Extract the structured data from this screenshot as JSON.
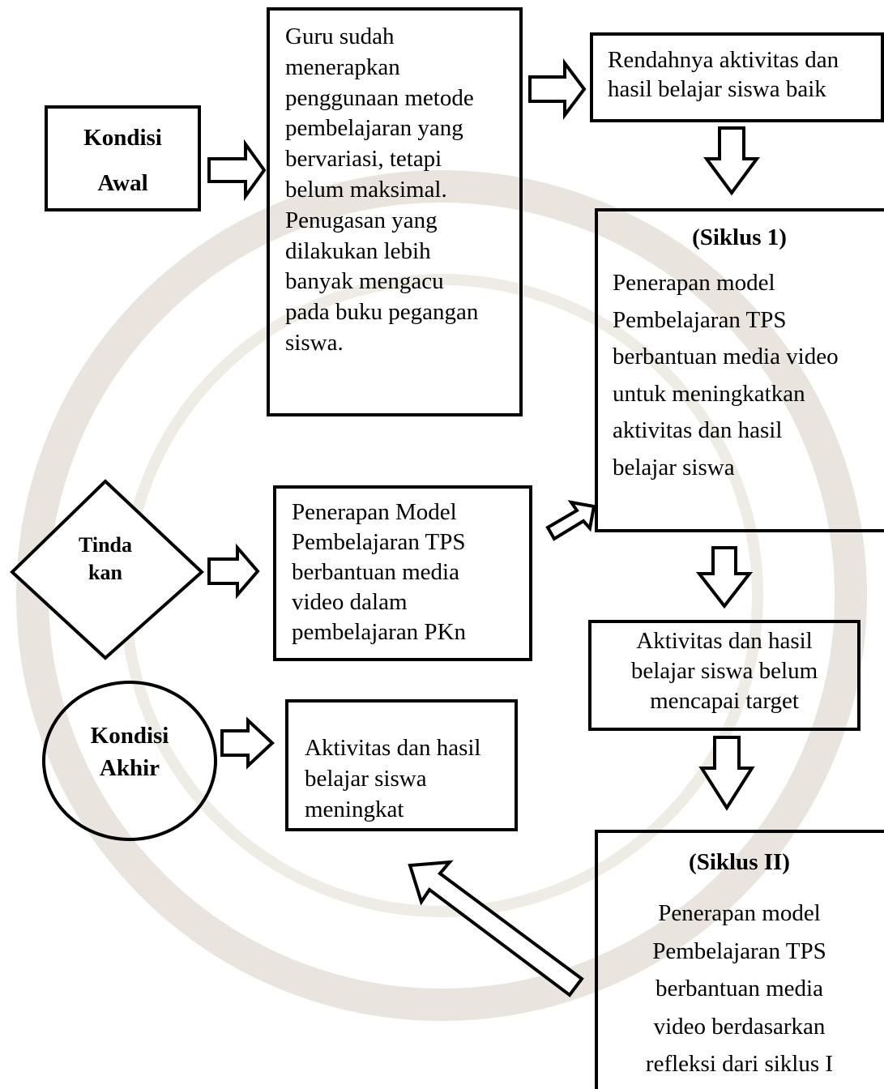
{
  "kondisi_awal": {
    "label": "Kondisi\nAwal"
  },
  "kondisi_guru": {
    "text": "Guru sudah\nmenerapkan\npenggunaan metode\npembelajaran yang\nbervariasi, tetapi\nbelum maksimal.\nPenugasan yang\ndilakukan lebih\nbanyak mengacu\npada buku pegangan\nsiswa."
  },
  "masalah": {
    "text": "Rendahnya aktivitas dan\nhasil belajar siswa baik"
  },
  "siklus1": {
    "title": "(Siklus 1)",
    "text": "Penerapan model\nPembelajaran TPS\nberbantuan media video\nuntuk meningkatkan\naktivitas dan hasil\nbelajar siswa"
  },
  "tindakan": {
    "label": "Tinda\nkan",
    "text": "Penerapan Model\nPembelajaran TPS\nberbantuan media\nvideo dalam\npembelajaran PKn"
  },
  "hasil_siklus1": {
    "text": "Aktivitas dan hasil\nbelajar siswa belum\nmencapai  target"
  },
  "kondisi_akhir": {
    "label": "Kondisi\nAkhir",
    "text": "Aktivitas dan hasil\nbelajar siswa\nmeningkat"
  },
  "siklus2": {
    "title": "(Siklus II)",
    "text": "Penerapan model\nPembelajaran TPS\nberbantuan media\nvideo berdasarkan\nrefleksi dari siklus I"
  },
  "colors": {
    "stroke": "#000000",
    "background": "#ffffff",
    "watermark": "#e6e1d8"
  }
}
